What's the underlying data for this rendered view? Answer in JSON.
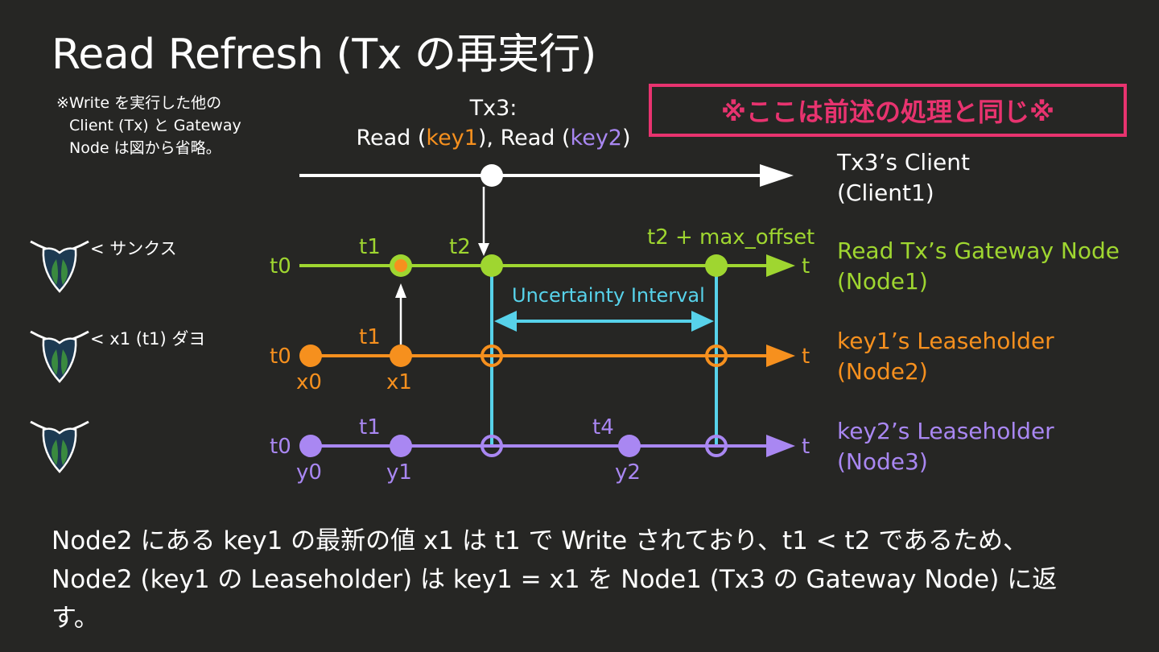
{
  "title": "Read Refresh (Tx の再実行)",
  "note": [
    "※Write を実行した他の",
    "Client (Tx) と Gateway",
    "Node は図から省略。"
  ],
  "callout": "※ここは前述の処理と同じ※",
  "tx3": {
    "line1": "Tx3:",
    "read1_prefix": "Read (",
    "read1_key": "key1",
    "read1_suffix": "), Read (",
    "read2_key": "key2",
    "read2_suffix": ")"
  },
  "lines": {
    "client": {
      "name": "Tx3’s Client",
      "sub": "(Client1)"
    },
    "gateway": {
      "name": "Read Tx’s Gateway Node",
      "sub": "(Node1)",
      "start": "t0",
      "end": "t",
      "t1": "t1",
      "t2": "t2",
      "t2max": "t2 + max_offset"
    },
    "key1": {
      "name": "key1’s Leaseholder",
      "sub": "(Node2)",
      "start": "t0",
      "end": "t",
      "t1": "t1",
      "x0": "x0",
      "x1": "x1"
    },
    "key2": {
      "name": "key2’s Leaseholder",
      "sub": "(Node3)",
      "start": "t0",
      "end": "t",
      "t1": "t1",
      "t4": "t4",
      "y0": "y0",
      "y1": "y1",
      "y2": "y2"
    }
  },
  "uncertainty_label": "Uncertainty Interval",
  "speech": {
    "bug1": "< サンクス",
    "bug2": "< x1 (t1) ダヨ"
  },
  "explanation": [
    "Node2 にある key1 の最新の値 x1 は t1 で Write されており、t1 < t2 であるため、",
    "Node2 (key1 の Leaseholder) は key1 = x1 を Node1 (Tx3 の Gateway Node) に返",
    "す。"
  ],
  "colors": {
    "background": "#262624",
    "gateway": "#9fd630",
    "key1": "#f6901e",
    "key2": "#a987f2",
    "uncertainty": "#57d2ea",
    "callout": "#e8336f",
    "icon": "#3a8a3f"
  }
}
